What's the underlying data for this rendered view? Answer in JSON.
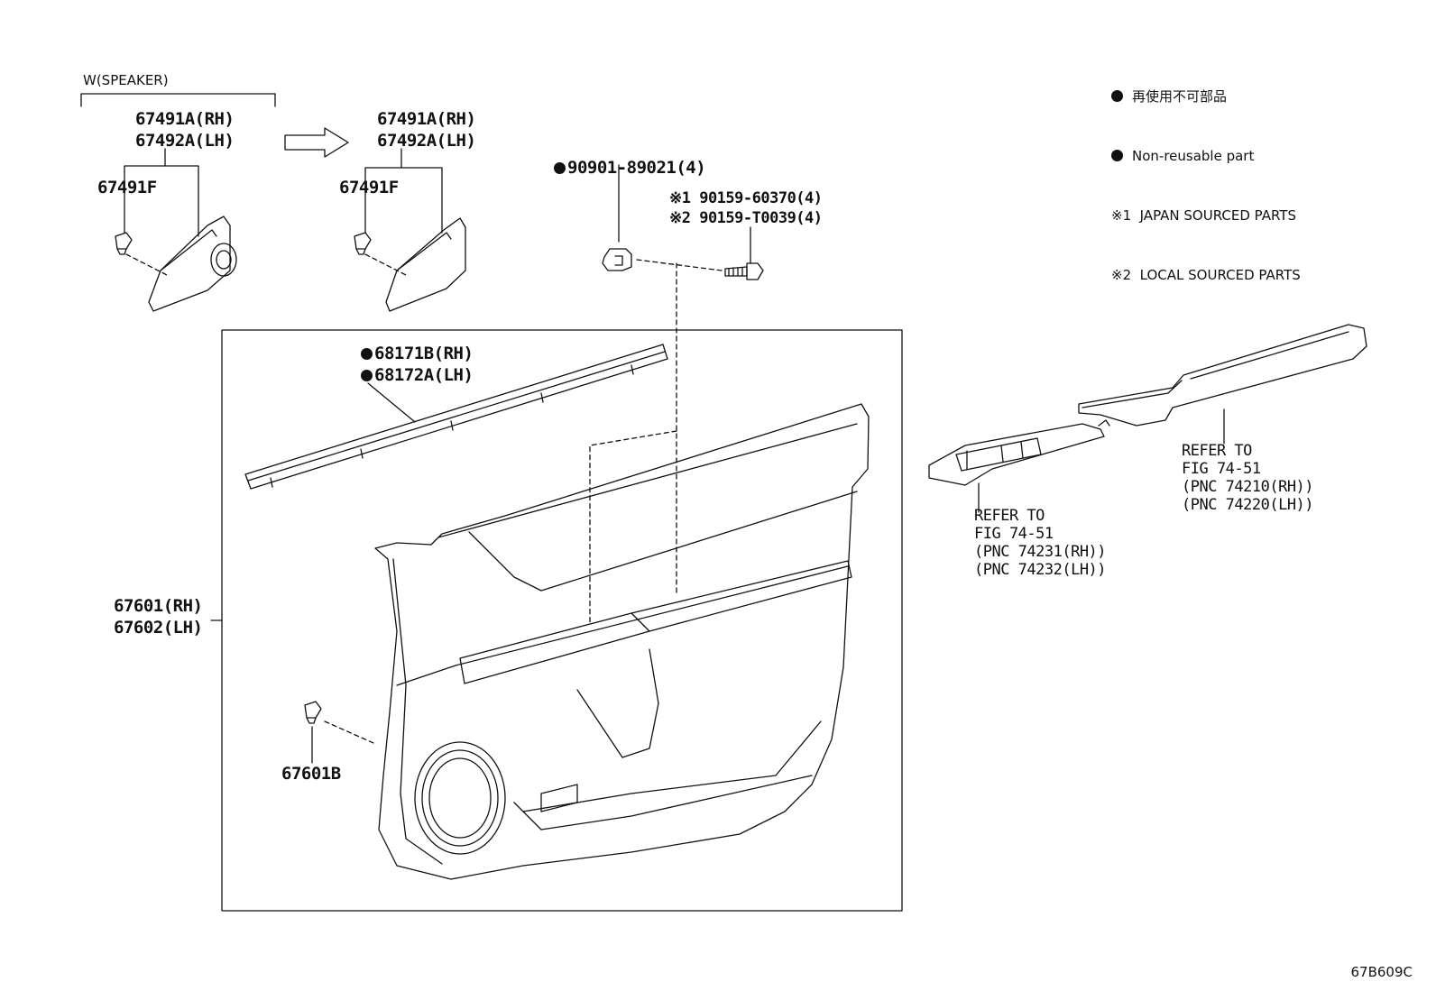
{
  "legend": {
    "jp_text": "再使用不可部品",
    "en_text": "Non-reusable part",
    "note1": "※1  JAPAN SOURCED PARTS",
    "note2": "※2  LOCAL SOURCED PARTS"
  },
  "labels": {
    "speaker_group": "W(SPEAKER)",
    "left_pn_rh": "67491A(RH)",
    "left_pn_lh": "67492A(LH)",
    "left_clip": "67491F",
    "right_pn_rh": "67491A(RH)",
    "right_pn_lh": "67492A(LH)",
    "right_clip": "67491F",
    "clip_nut": "90901-89021(4)",
    "screw_jp": "※1 90159-60370(4)",
    "screw_local": "※2 90159-T0039(4)",
    "weatherstrip_rh": "68171B(RH)",
    "weatherstrip_lh": "68172A(LH)",
    "panel_rh": "67601(RH)",
    "panel_lh": "67602(LH)",
    "panel_clip": "67601B",
    "switch_ref": "REFER TO\nFIG 74-51\n(PNC 74231(RH))\n(PNC 74232(LH))",
    "armrest_ref": "REFER TO\nFIG 74-51\n(PNC 74210(RH))\n(PNC 74220(LH))"
  },
  "figure_id": "67B609C"
}
